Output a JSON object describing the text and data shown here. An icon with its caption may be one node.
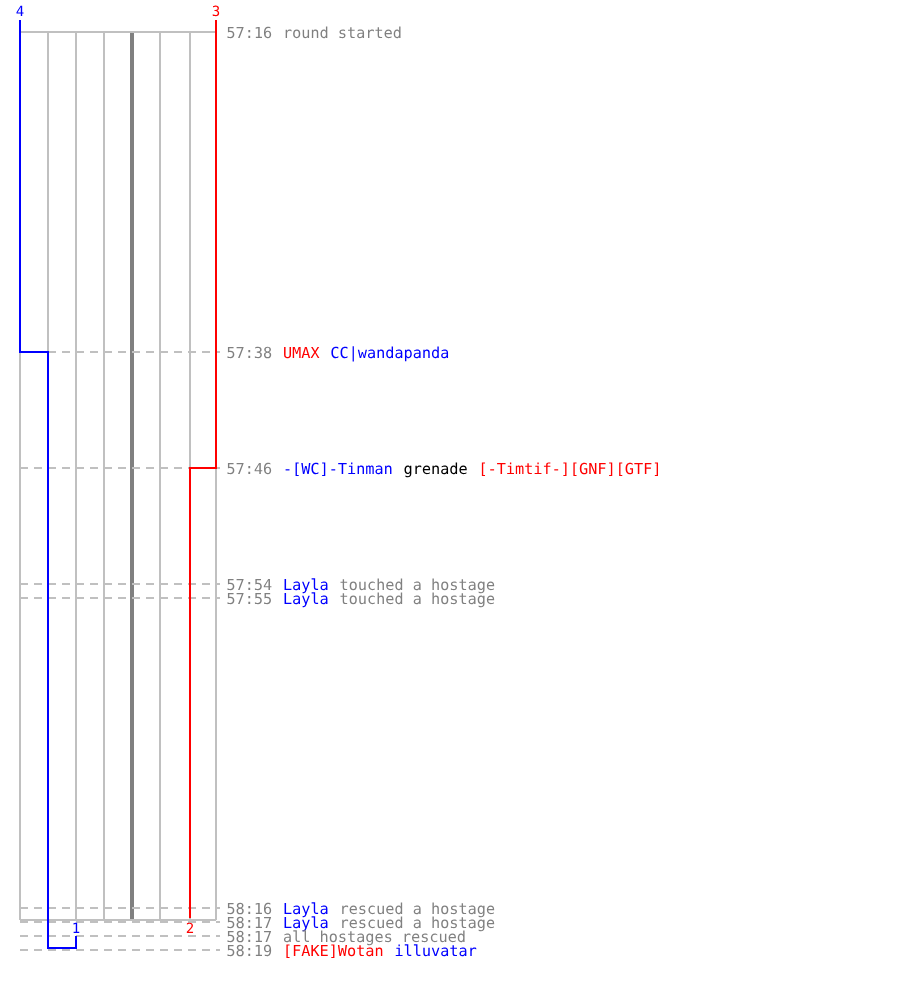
{
  "diagram": {
    "labels": [
      "4",
      "3",
      "57:16",
      "round started",
      "57:38",
      "UMAX",
      "CC|wandapanda",
      "57:46",
      "-[WC]-Tinman",
      "grenade",
      "[-Timtif-][GNF][GTF]",
      "57:54",
      "Layla",
      "touched a hostage",
      "57:55",
      "Layla",
      "touched a hostage",
      "58:16",
      "Layla",
      "rescued a hostage",
      "58:17",
      "Layla",
      "rescued a hostage",
      "58:17",
      "all hostages rescued",
      "58:19",
      "[FAKE]Wotan",
      "illuvatar",
      "1",
      "2"
    ]
  }
}
